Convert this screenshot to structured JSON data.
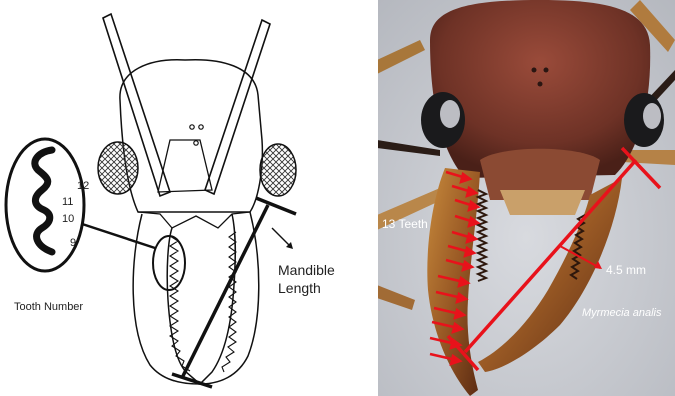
{
  "left_panel": {
    "tooth_numbers": [
      "12",
      "11",
      "10",
      "9"
    ],
    "tooth_number_label": "Tooth Number",
    "mandible_length_label": [
      "Mandible",
      "Length"
    ]
  },
  "right_panel": {
    "teeth_label": "13 Teeth",
    "length_label": "4.5 mm",
    "species_label": "Myrmecia analis"
  },
  "colors": {
    "measure_red": "#e8121b",
    "ant_head": "#7a3a2c",
    "background_gray": "#c9ccd2"
  }
}
